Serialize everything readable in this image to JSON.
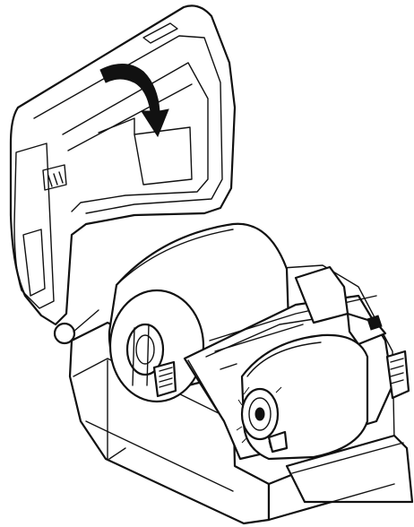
{
  "colors": {
    "line": "#111111",
    "background": "#ffffff"
  },
  "icons": [
    "curved-arrow-icon",
    "label-roll",
    "ribbon-roll",
    "printer-body",
    "printer-cover"
  ]
}
